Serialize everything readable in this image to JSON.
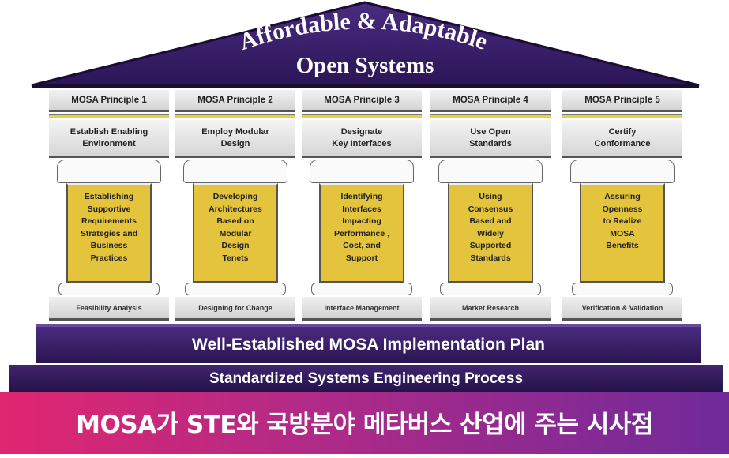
{
  "roof": {
    "line1": "Affordable & Adaptable",
    "line2": "Open Systems"
  },
  "columns": [
    {
      "header": "MOSA Principle 1",
      "principle": "Establish Enabling\nEnvironment",
      "description": "Establishing\nSupportive\nRequirements\nStrategies and\nBusiness\nPractices",
      "foundation": "Feasibility Analysis"
    },
    {
      "header": "MOSA Principle 2",
      "principle": "Employ Modular\nDesign",
      "description": "Developing\nArchitectures\nBased on\nModular\nDesign\nTenets",
      "foundation": "Designing for Change"
    },
    {
      "header": "MOSA Principle 3",
      "principle": "Designate\nKey Interfaces",
      "description": "Identifying\nInterfaces\nImpacting\nPerformance ,\nCost, and\nSupport",
      "foundation": "Interface Management"
    },
    {
      "header": "MOSA Principle 4",
      "principle": "Use Open\nStandards",
      "description": "Using\nConsensus\nBased and\nWidely\nSupported\nStandards",
      "foundation": "Market Research"
    },
    {
      "header": "MOSA Principle 5",
      "principle": "Certify\nConformance",
      "description": "Assuring\nOpenness\nto Realize\nMOSA\nBenefits",
      "foundation": "Verification & Validation"
    }
  ],
  "plan": "Well-Established MOSA Implementation Plan",
  "process": "Standardized Systems Engineering Process",
  "caption": "MOSA가 STE와 국방분야 메타버스 산업에 주는 시사점"
}
